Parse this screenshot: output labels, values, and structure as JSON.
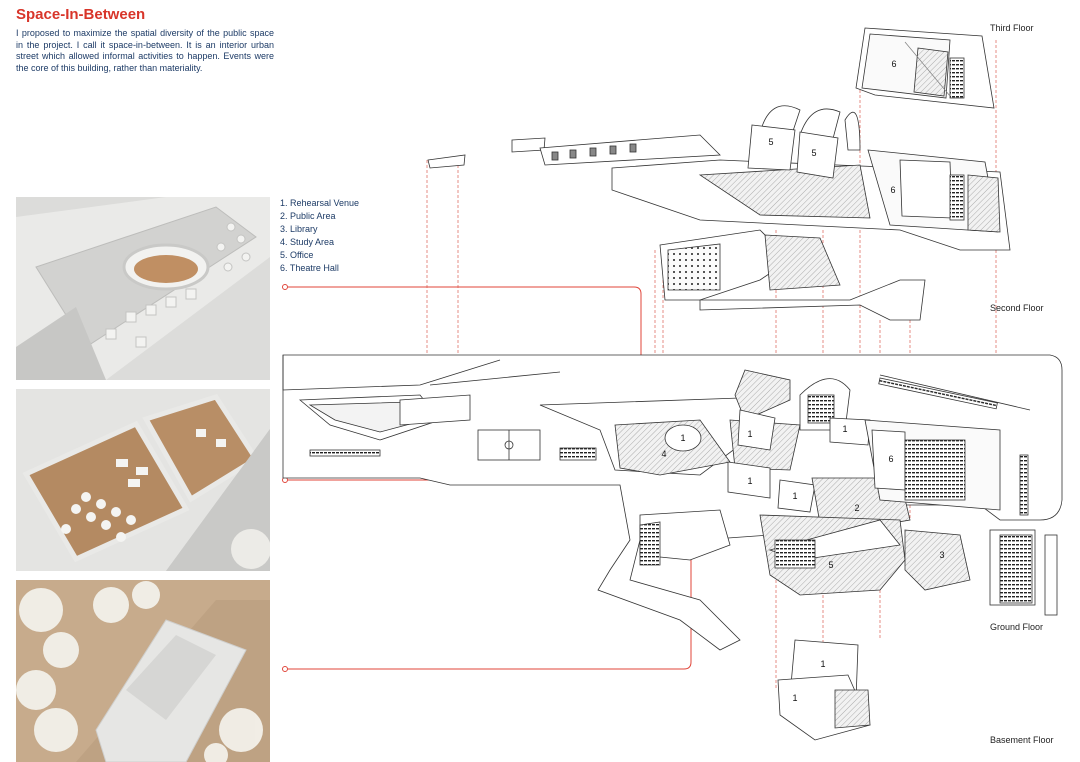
{
  "title": "Space-In-Between",
  "intro": "I proposed to maximize the spatial diversity of the public space in the project. I call it space-in-between. It is an interior urban street which allowed informal activities to happen. Events were the core of this building, rather than materiality.",
  "legend": [
    "1. Rehearsal Venue",
    "2. Public Area",
    "3. Library",
    "4. Study Area",
    "5. Office",
    "6. Theatre Hall"
  ],
  "floors": {
    "third": "Third Floor",
    "second": "Second Floor",
    "ground": "Ground Floor",
    "basement": "Basement Floor"
  },
  "room_numbers": {
    "third_6": "6",
    "second_5a": "5",
    "second_5b": "5",
    "second_6": "6",
    "ground_1a": "1",
    "ground_1b": "1",
    "ground_1c": "1",
    "ground_1d": "1",
    "ground_1e": "1",
    "ground_2": "2",
    "ground_3": "3",
    "ground_4": "4",
    "ground_5": "5",
    "ground_6": "6",
    "basement_1a": "1",
    "basement_1b": "1"
  },
  "colors": {
    "accent": "#d8352a",
    "text": "#1d3b66",
    "model_white": "#e6e6e4",
    "model_wood": "#b48a62"
  }
}
